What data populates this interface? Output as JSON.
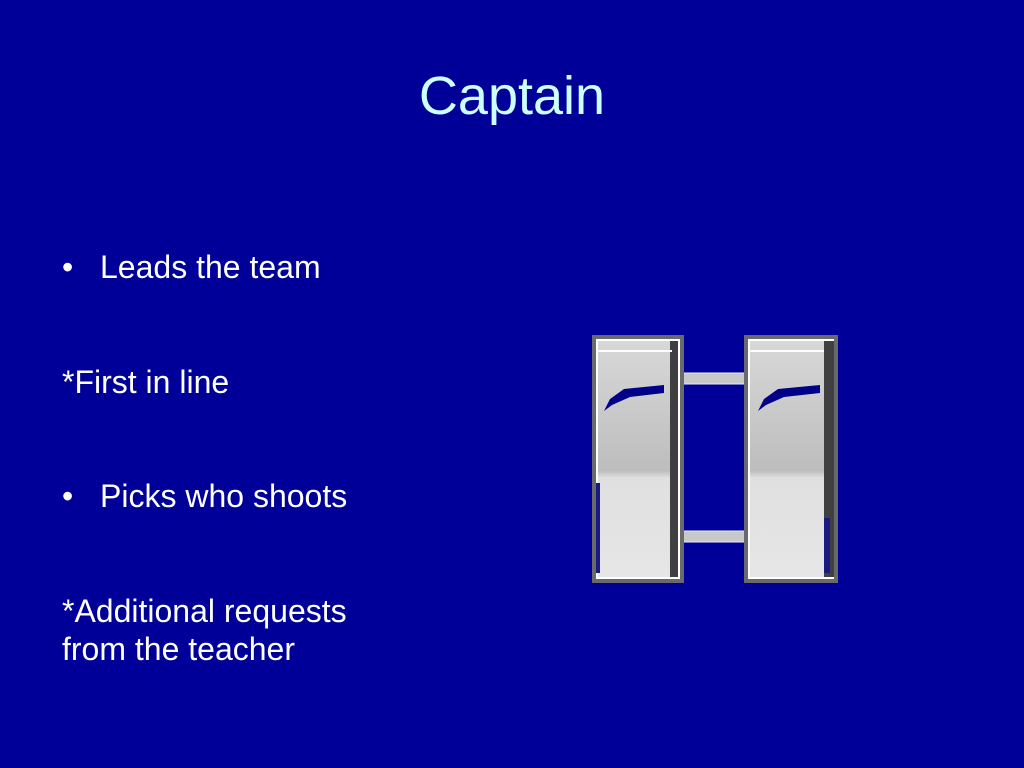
{
  "slide": {
    "title": "Captain",
    "items": [
      {
        "bullet": "•",
        "text": "Leads the team"
      },
      {
        "text": "*First in line"
      },
      {
        "bullet": "•",
        "text": "Picks who shoots"
      },
      {
        "text": "*Additional requests\nfrom the teacher"
      }
    ]
  },
  "colors": {
    "background": "#000099",
    "title": "#ccffff",
    "body_text": "#ffffff"
  },
  "icons": {
    "insignia": "captain-bars-icon"
  }
}
